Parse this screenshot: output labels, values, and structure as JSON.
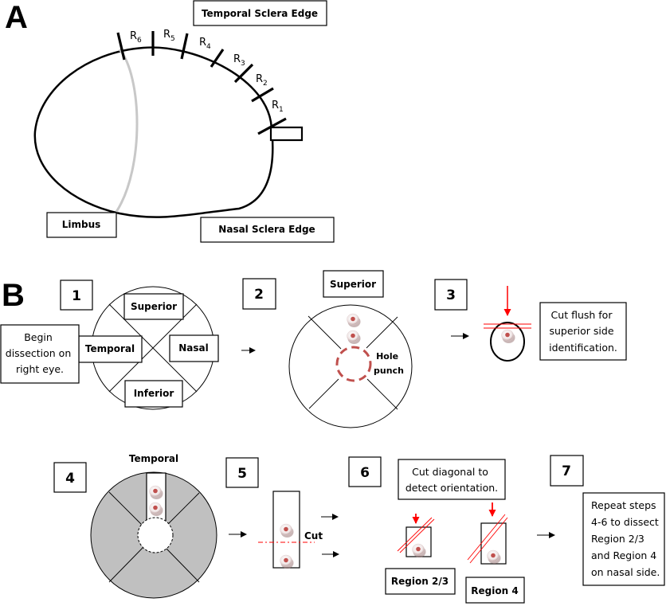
{
  "panel_a": {
    "letter": "A",
    "labels": {
      "temporal_edge": "Temporal Sclera Edge",
      "nasal_edge": "Nasal Sclera Edge",
      "limbus": "Limbus"
    },
    "regions": [
      {
        "main": "R",
        "sub": "1"
      },
      {
        "main": "R",
        "sub": "2"
      },
      {
        "main": "R",
        "sub": "3"
      },
      {
        "main": "R",
        "sub": "4"
      },
      {
        "main": "R",
        "sub": "5"
      },
      {
        "main": "R",
        "sub": "6"
      }
    ]
  },
  "panel_b": {
    "letter": "B",
    "step1": {
      "number": "1",
      "note_lines": [
        "Begin",
        "dissection on",
        "right eye."
      ],
      "quadrants": {
        "superior": "Superior",
        "temporal": "Temporal",
        "nasal": "Nasal",
        "inferior": "Inferior"
      }
    },
    "step2": {
      "number": "2",
      "superior_label": "Superior",
      "hole_punch_lines": [
        "Hole",
        "punch"
      ]
    },
    "step3": {
      "number": "3",
      "note_lines": [
        "Cut flush for",
        "superior side",
        "identification."
      ]
    },
    "step4": {
      "number": "4",
      "temporal_label": "Temporal"
    },
    "step5": {
      "number": "5",
      "cut_label": "Cut"
    },
    "step6": {
      "number": "6",
      "note_lines": [
        "Cut diagonal to",
        "detect orientation."
      ],
      "region_a_label": "Region 2/3",
      "region_b_label": "Region 4"
    },
    "step7": {
      "number": "7",
      "note_lines": [
        "Repeat steps",
        "4-6 to dissect",
        "Region 2/3",
        "and Region 4",
        "on nasal side."
      ]
    }
  },
  "colors": {
    "cut_red": "#ff0000",
    "punch_red": "#c0504d",
    "tissue_gray": "#c0c0c0",
    "limbus_gray": "#c8c8c8"
  }
}
